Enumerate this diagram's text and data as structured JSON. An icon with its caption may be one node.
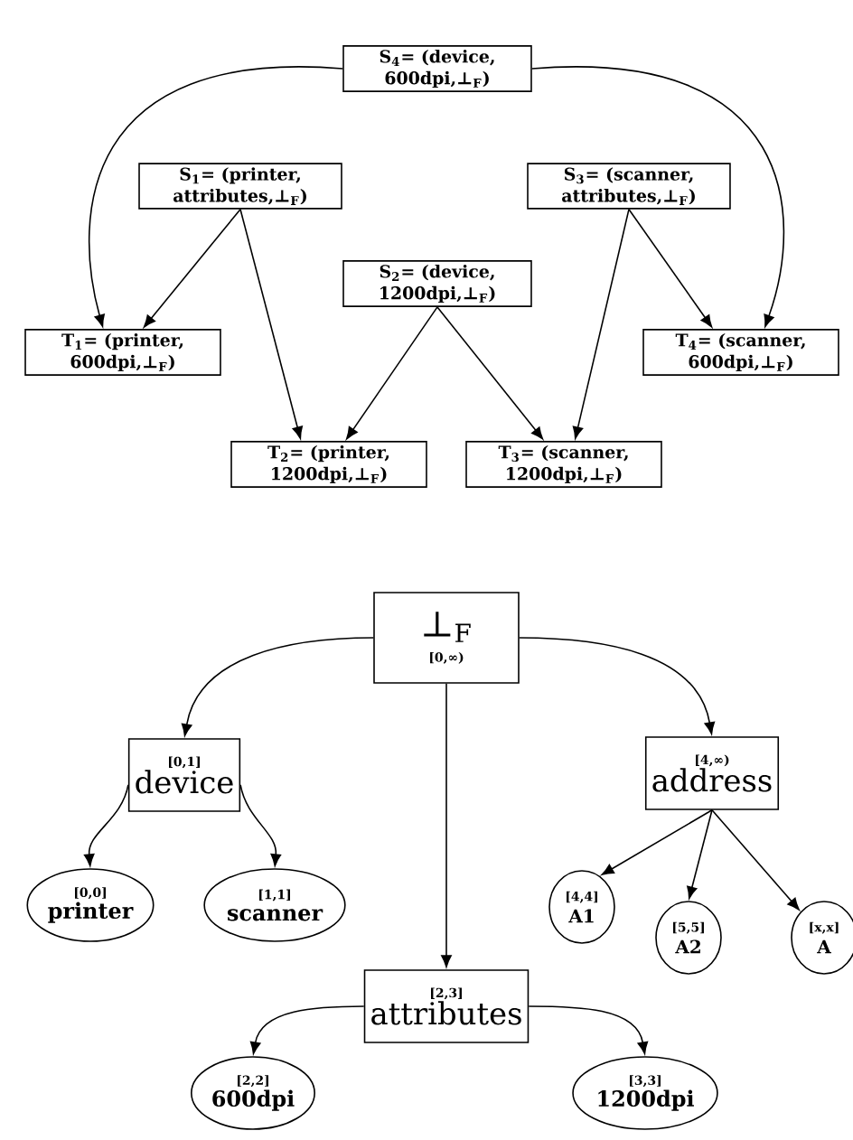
{
  "diagram": {
    "nodes": [
      {
        "text": [
          "S$_{4}$= (device, 600dpi,⊥$_{F}$)"
        ]
      },
      {
        "text": [
          "S$_{1}$= (printer, attributes,⊥$_{F}$)"
        ]
      },
      {
        "text": [
          "S$_{3}$= (scanner, attributes,⊥$_{F}$)"
        ]
      },
      {
        "text": [
          "S$_{2}$= (device, 1200dpi,⊥$_{F}$)"
        ]
      },
      {
        "text": [
          "T$_{1}$= (printer, 600dpi,⊥$_{F}$)"
        ]
      },
      {
        "text": [
          "T$_{4}$= (scanner, 600dpi,⊥$_{F}$)"
        ]
      },
      {
        "text": [
          "T$_{2}$= (printer, 1200dpi,⊥$_{F}$)"
        ]
      },
      {
        "text": [
          "T$_{3}$= (scanner, 1200dpi,⊥$_{F}$)"
        ]
      },
      {
        "text": [
          "⊥$_{F}$",
          "[0,∞)"
        ]
      },
      {
        "text": [
          "[0,1]",
          "device"
        ]
      },
      {
        "text": [
          "[4,∞)",
          "address"
        ]
      },
      {
        "text": [
          "[0,0]",
          "printer"
        ]
      },
      {
        "text": [
          "[1,1]",
          "scanner"
        ]
      },
      {
        "text": [
          "[4,4]",
          "A1"
        ]
      },
      {
        "text": [
          "[5,5]",
          "A2"
        ]
      },
      {
        "text": [
          "[x,x]",
          "A"
        ]
      },
      {
        "text": [
          "[2,3]",
          "attributes"
        ]
      },
      {
        "text": [
          "[2,2]",
          "600dpi"
        ]
      },
      {
        "text": [
          "[3,3]",
          "1200dpi"
        ]
      }
    ],
    "edges": [
      {
        "from": 0,
        "to": 4,
        "arrow": "to"
      },
      {
        "from": 0,
        "to": 5,
        "arrow": "to"
      },
      {
        "from": 1,
        "to": 4,
        "arrow": "to"
      },
      {
        "from": 1,
        "to": 6,
        "arrow": "to"
      },
      {
        "from": 3,
        "to": 6,
        "arrow": "to"
      },
      {
        "from": 3,
        "to": 7,
        "arrow": "to"
      },
      {
        "from": 2,
        "to": 7,
        "arrow": "to"
      },
      {
        "from": 2,
        "to": 5,
        "arrow": "to"
      },
      {
        "from": 8,
        "to": 9,
        "arrow": "to"
      },
      {
        "from": 8,
        "to": 16,
        "arrow": "to"
      },
      {
        "from": 8,
        "to": 10,
        "arrow": "to"
      },
      {
        "from": 9,
        "to": 11,
        "arrow": "to"
      },
      {
        "from": 9,
        "to": 12,
        "arrow": "to"
      },
      {
        "from": 10,
        "to": 13,
        "arrow": "to"
      },
      {
        "from": 10,
        "to": 14,
        "arrow": "to"
      },
      {
        "from": 10,
        "to": 15,
        "arrow": "to"
      },
      {
        "from": 16,
        "to": 17,
        "arrow": "to"
      },
      {
        "from": 16,
        "to": 18,
        "arrow": "to"
      }
    ]
  }
}
